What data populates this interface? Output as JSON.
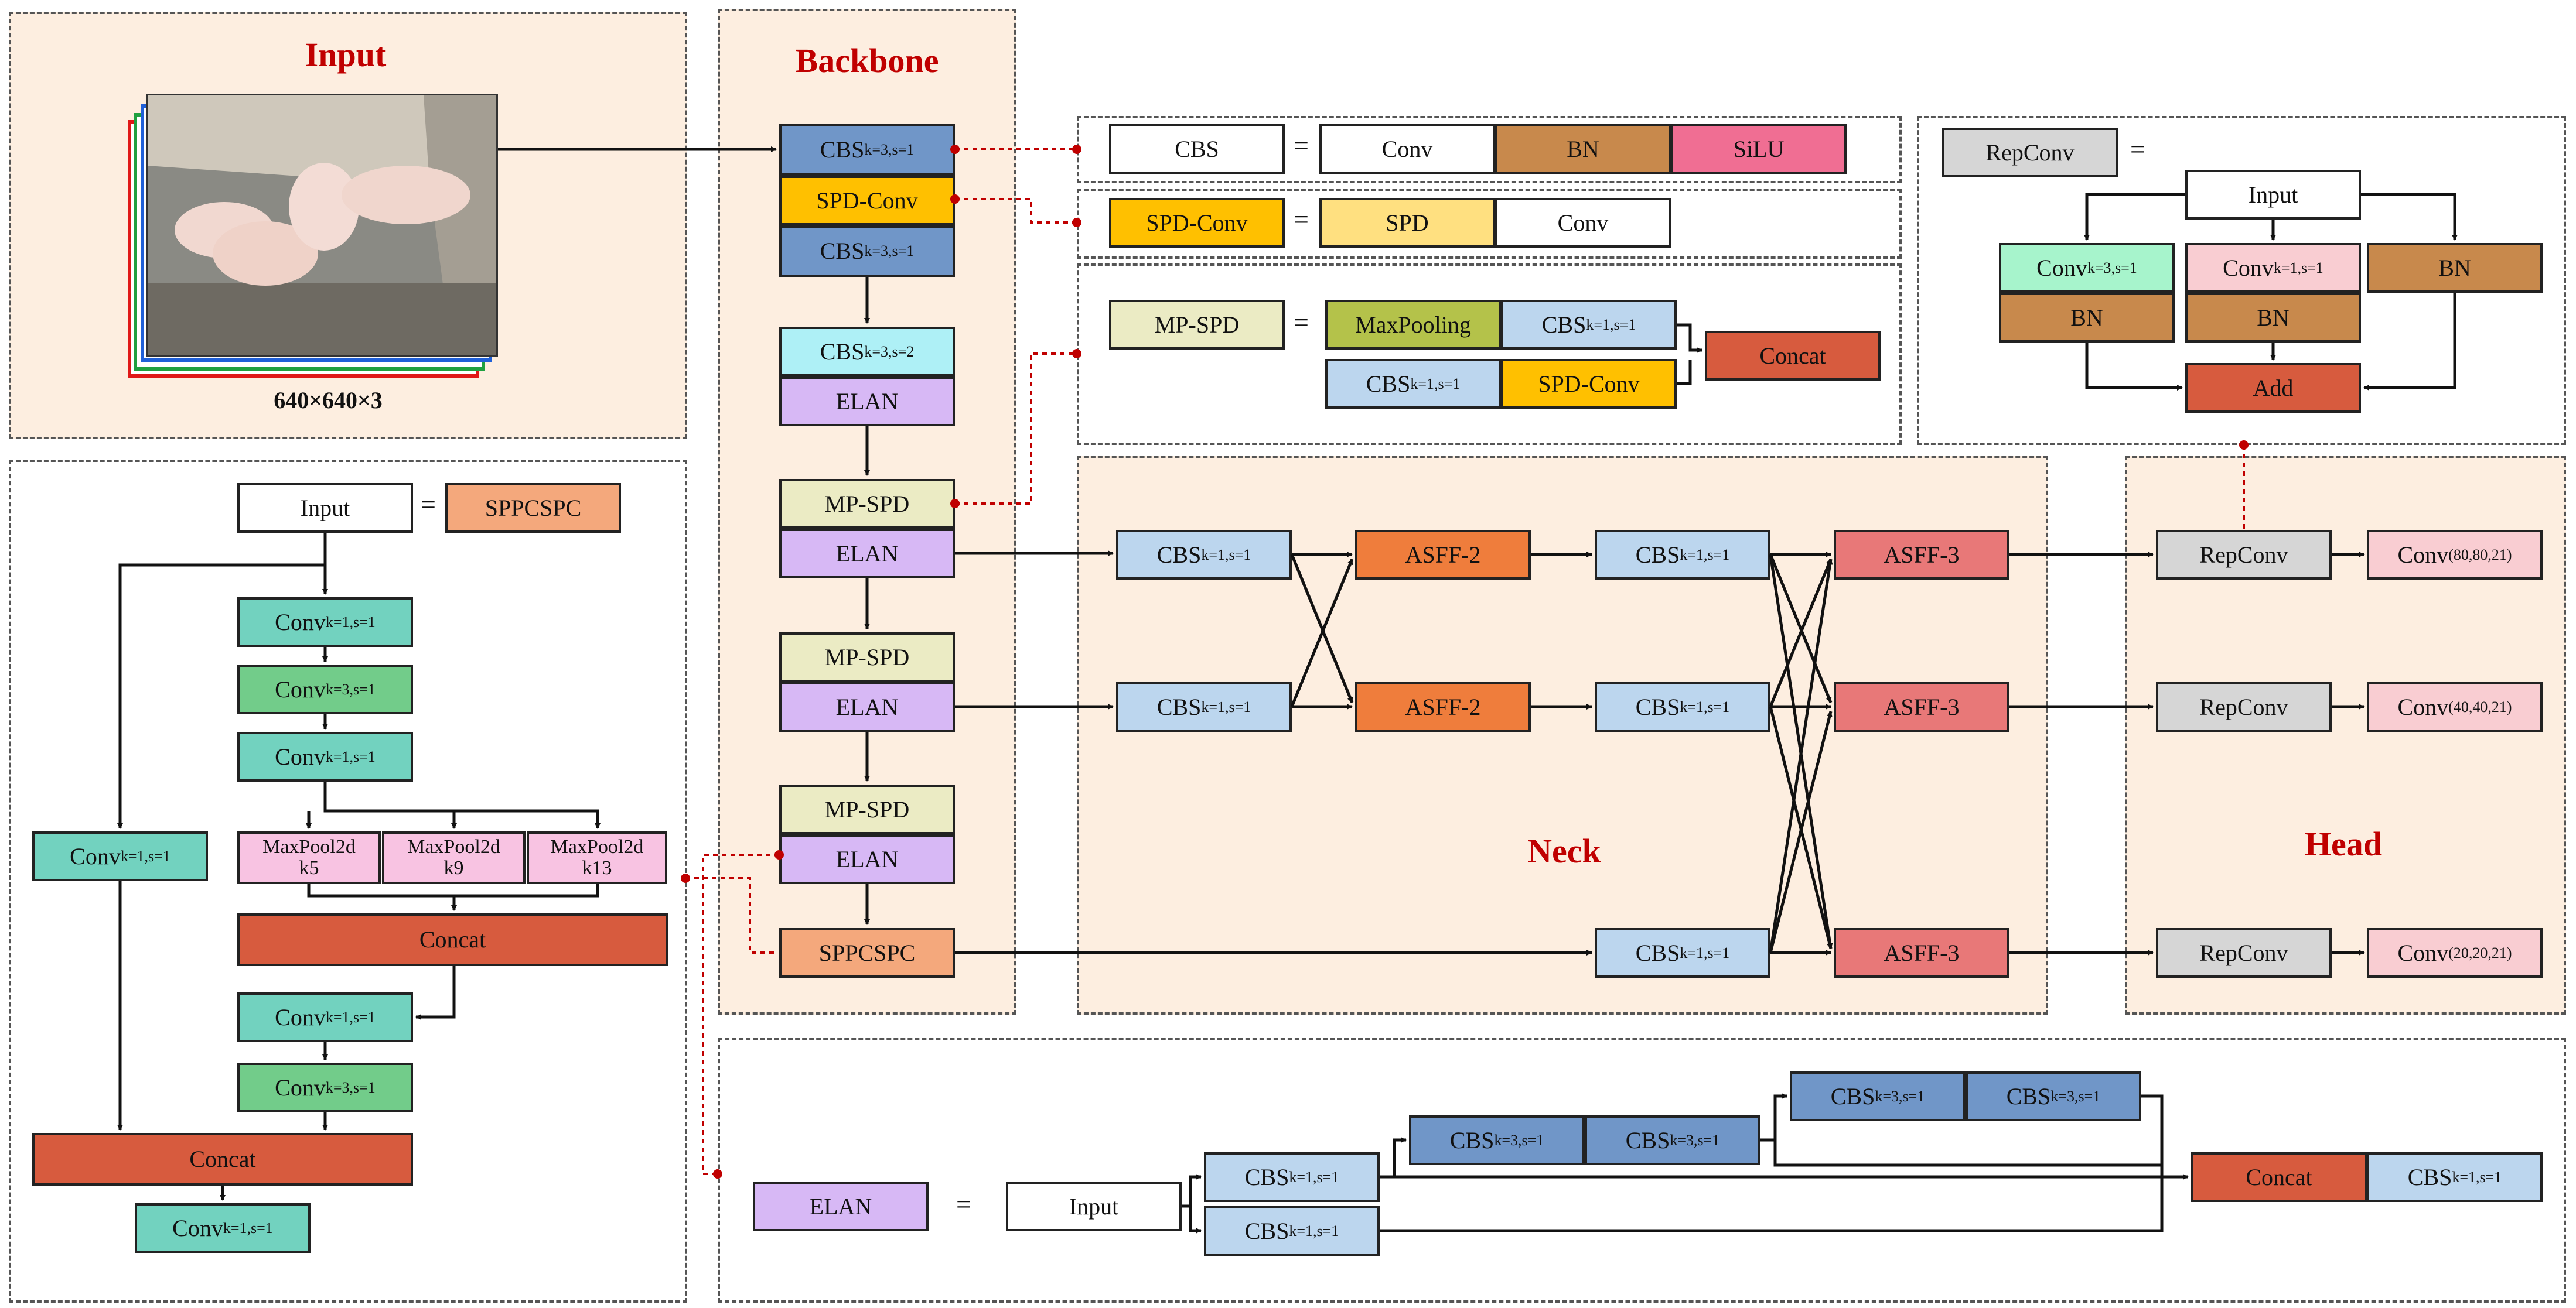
{
  "titles": {
    "input": "Input",
    "backbone": "Backbone",
    "neck": "Neck",
    "head": "Head"
  },
  "input_size": "640×640×3",
  "eq": "=",
  "legend": {
    "cbs": "CBS",
    "conv": "Conv",
    "bn": "BN",
    "silu": "SiLU",
    "spdconv": "SPD-Conv",
    "spd": "SPD",
    "mpspd": "MP-SPD",
    "maxpooling": "MaxPooling",
    "concat": "Concat",
    "repconv": "RepConv",
    "input": "Input",
    "add": "Add"
  },
  "sub": {
    "k3s1": "k=3,s=1",
    "k1s1": "k=1,s=1",
    "k3s2": "k=3,s=2",
    "h80": "(80,80,21)",
    "h40": "(40,40,21)",
    "h20": "(20,20,21)"
  },
  "backbone": {
    "cbs": "CBS",
    "spdconv": "SPD-Conv",
    "elan": "ELAN",
    "mpspd": "MP-SPD",
    "sppcspc": "SPPCSPC"
  },
  "neck": {
    "cbs": "CBS",
    "asff2": "ASFF-2",
    "asff3": "ASFF-3"
  },
  "head": {
    "repconv": "RepConv",
    "conv": "Conv"
  },
  "spp": {
    "input": "Input",
    "sppcspc": "SPPCSPC",
    "conv": "Conv",
    "mp_title": "MaxPool2d",
    "k5": "k5",
    "k9": "k9",
    "k13": "k13",
    "concat": "Concat"
  },
  "elan": {
    "elan": "ELAN",
    "input": "Input",
    "cbs": "CBS",
    "concat": "Concat"
  },
  "colors": {
    "title": "#c00000",
    "panel": "#fdeee0",
    "blue_dark": "#7096c8",
    "blue_light": "#bcd6ee",
    "cyan": "#aef0f6",
    "purple": "#d7b8f5",
    "beige": "#ebebc4",
    "gold": "#ffc000",
    "gold_light": "#ffe080",
    "orange": "#ef7d3c",
    "salmon": "#f4a87c",
    "red_brown": "#d75b3e",
    "rose": "#e87878",
    "brown": "#c8894c",
    "pink": "#f06e93",
    "olive": "#b4c24a",
    "gray": "#d6d6d6",
    "mint": "#a7f4cc",
    "teal": "#72d2bf",
    "green": "#72cc8a",
    "light_pink": "#f9cdd2",
    "mp_pink": "#f8c3e2"
  }
}
